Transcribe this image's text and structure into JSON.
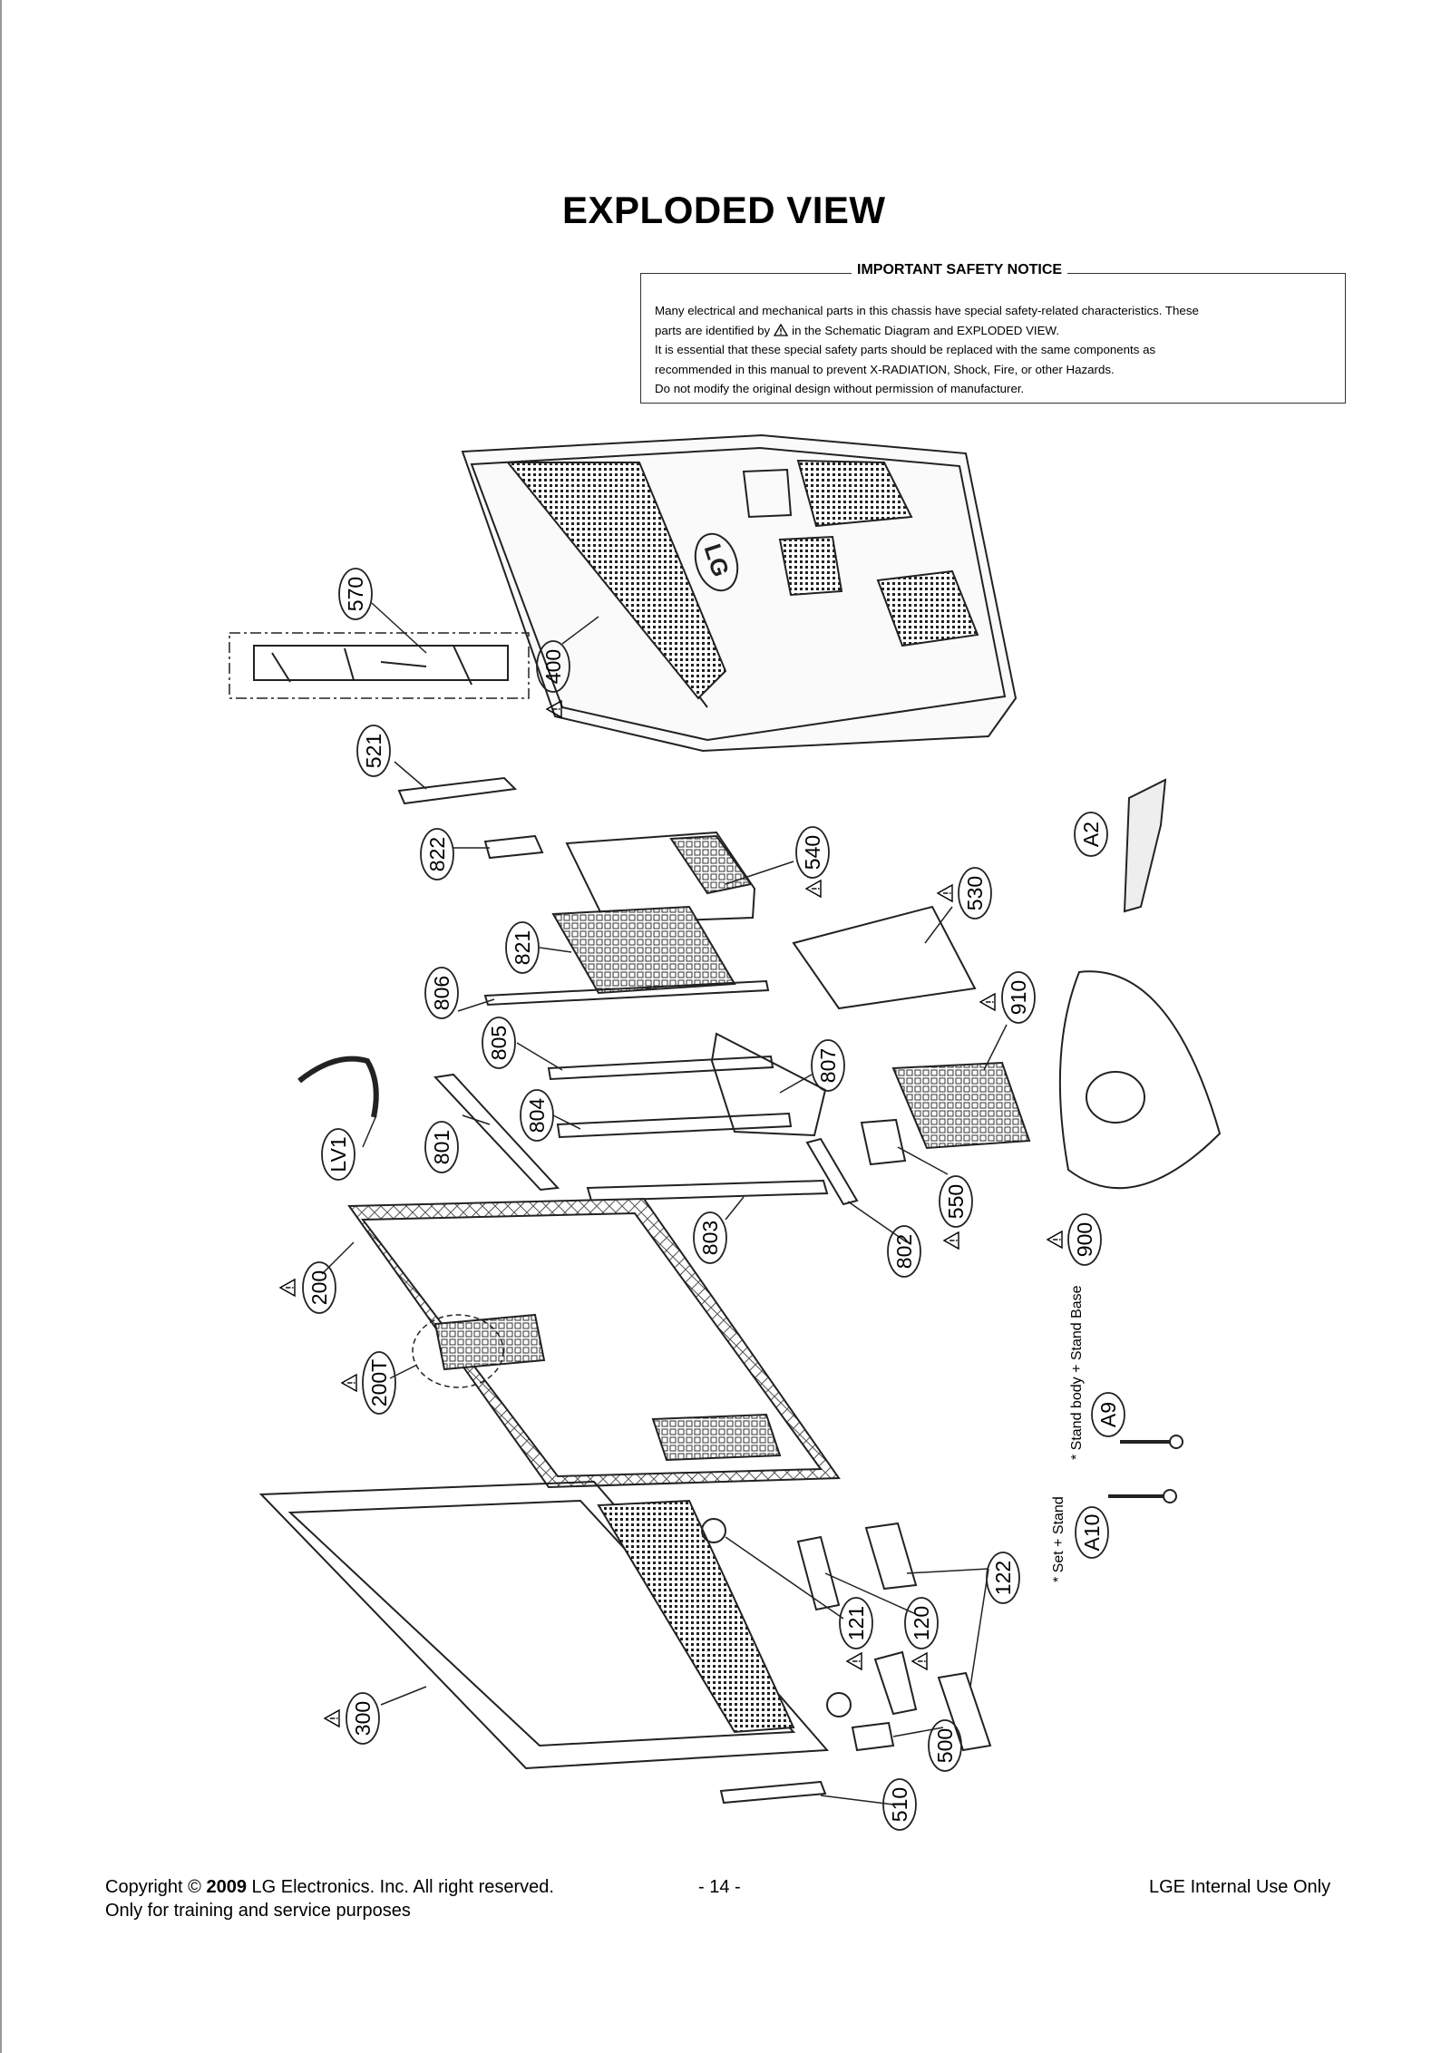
{
  "page": {
    "title": "EXPLODED VIEW",
    "notice": {
      "title": "IMPORTANT SAFETY NOTICE",
      "line1": "Many electrical and mechanical parts in this chassis have special safety-related characteristics. These",
      "line2a": "parts are identified by",
      "line2b": "in the Schematic Diagram and EXPLODED VIEW.",
      "line3": "It is essential that these special safety parts should be replaced with the same components as",
      "line4": "recommended in this manual to prevent X-RADIATION, Shock, Fire, or other Hazards.",
      "line5": "Do not modify the original design without permission of manufacturer."
    },
    "footer": {
      "copyright_prefix": "Copyright ©",
      "year": "2009",
      "copyright_suffix": "LG Electronics. Inc. All right reserved.",
      "training": "Only for training and service purposes",
      "page_number": "- 14 -",
      "internal": "LGE Internal Use Only"
    }
  },
  "parts": {
    "p570": "570",
    "p400": "400",
    "p521": "521",
    "p822": "822",
    "p540": "540",
    "p530": "530",
    "pA2": "A2",
    "p821": "821",
    "p806": "806",
    "p910": "910",
    "p805": "805",
    "p807": "807",
    "p804": "804",
    "pLV1": "LV1",
    "p801": "801",
    "p803": "803",
    "p802": "802",
    "p550": "550",
    "p900": "900",
    "p200": "200",
    "p200T": "200T",
    "pA9": "A9",
    "pA10": "A10",
    "p122": "122",
    "p121": "121",
    "p120": "120",
    "p300": "300",
    "p500": "500",
    "p510": "510"
  },
  "side_notes": {
    "stand_body_base": "* Stand body + Stand Base",
    "set_stand": "* Set + Stand"
  },
  "brand_logo": "LG",
  "icons": [
    "warning-triangle-icon"
  ]
}
